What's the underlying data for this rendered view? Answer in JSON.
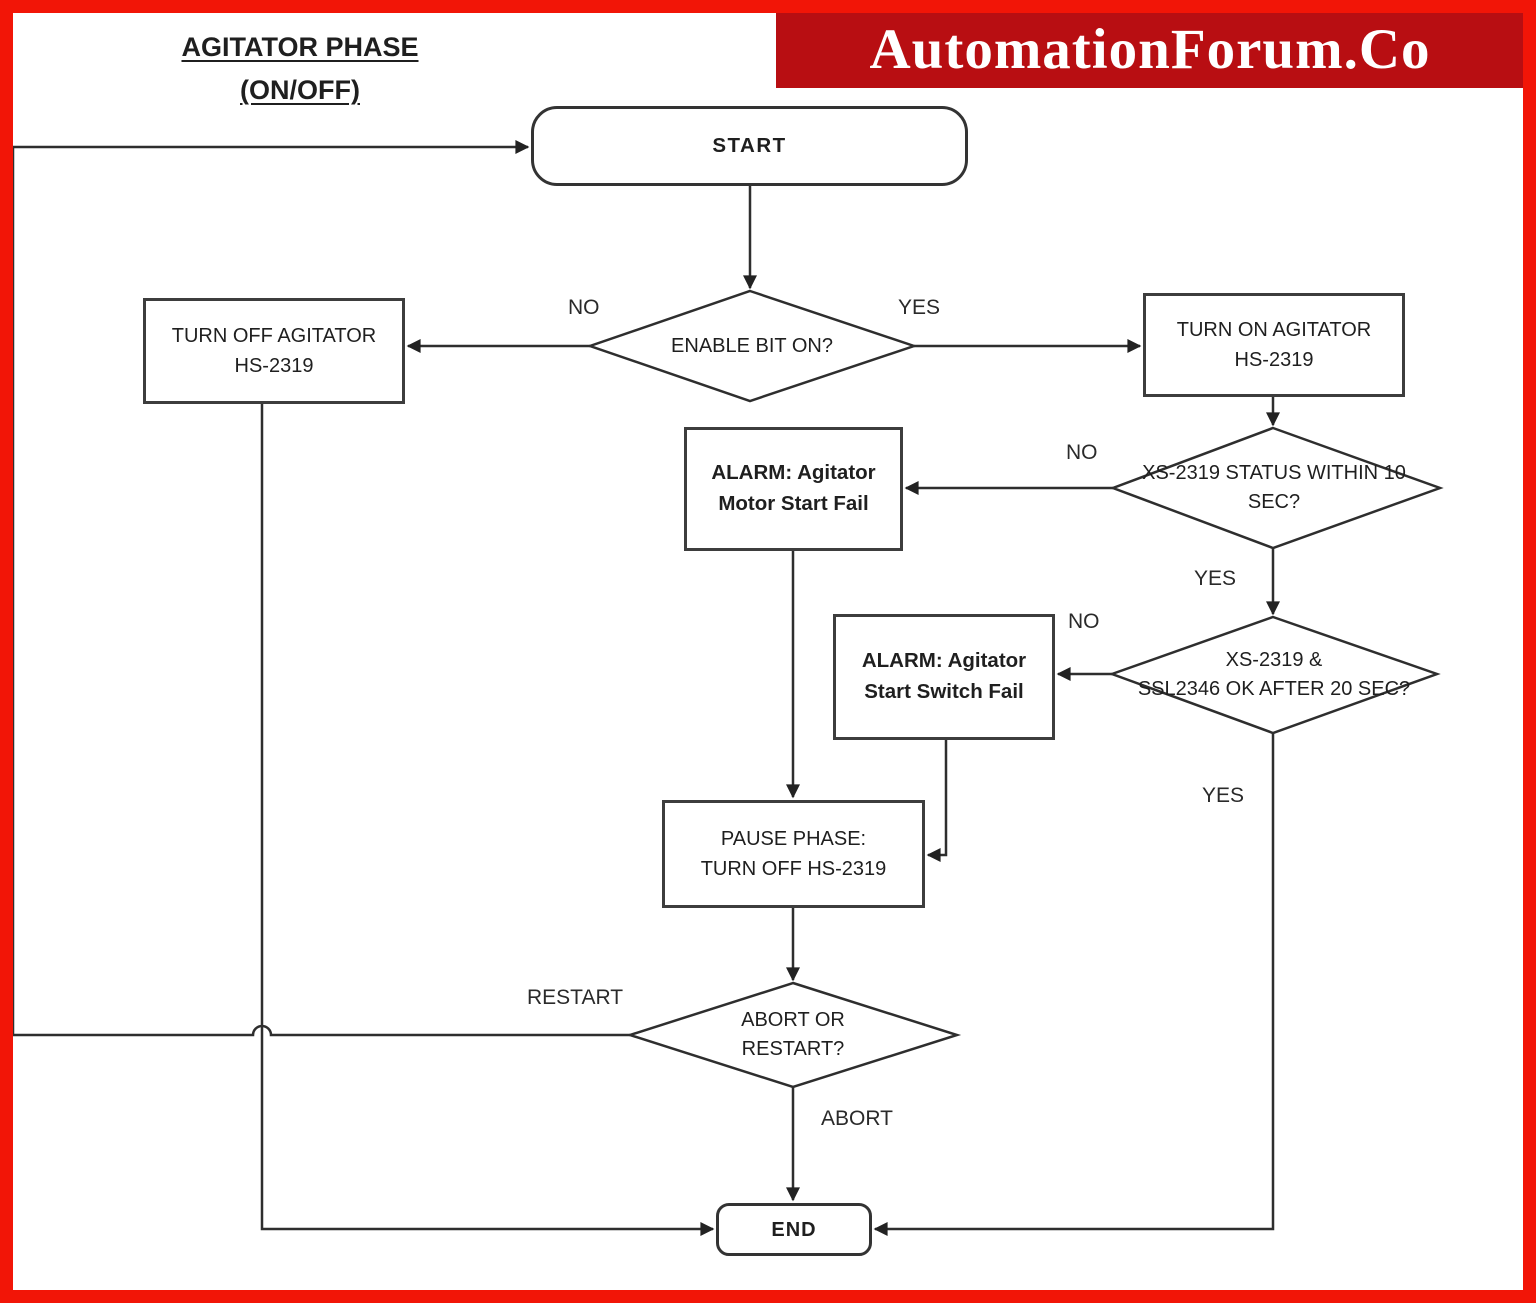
{
  "title": {
    "line1": "AGITATOR PHASE",
    "line2": "(ON/OFF)"
  },
  "banner": {
    "text": "AutomationForum.Co"
  },
  "nodes": {
    "start": {
      "label": "START"
    },
    "enable_decision": {
      "label": "ENABLE BIT ON?"
    },
    "turn_off_agitator": {
      "label": "TURN OFF AGITATOR\nHS-2319"
    },
    "turn_on_agitator": {
      "label": "TURN ON AGITATOR\nHS-2319"
    },
    "status_decision": {
      "label": "XS-2319 STATUS WITHIN 10\nSEC?"
    },
    "alarm_motor_start_fail": {
      "label": "ALARM:  Agitator\nMotor Start Fail"
    },
    "ok_decision": {
      "label": "XS-2319 &\nSSL2346 OK AFTER 20 SEC?"
    },
    "alarm_start_switch_fail": {
      "label": "ALARM:  Agitator\nStart Switch Fail"
    },
    "pause_phase": {
      "label": "PAUSE PHASE:\nTURN OFF HS-2319"
    },
    "abort_restart_decision": {
      "label": "ABORT OR\nRESTART?"
    },
    "end": {
      "label": "END"
    }
  },
  "edge_labels": {
    "enable_no": "NO",
    "enable_yes": "YES",
    "status_no": "NO",
    "status_yes": "YES",
    "ok_no": "NO",
    "ok_yes": "YES",
    "restart": "RESTART",
    "abort": "ABORT"
  },
  "colors": {
    "frame_border": "#f21507",
    "banner_bg": "#b80e12",
    "banner_text": "#ffffff",
    "line": "#2e2e2e",
    "node_border": "#3d3d3d",
    "text": "#1f1f1f"
  }
}
